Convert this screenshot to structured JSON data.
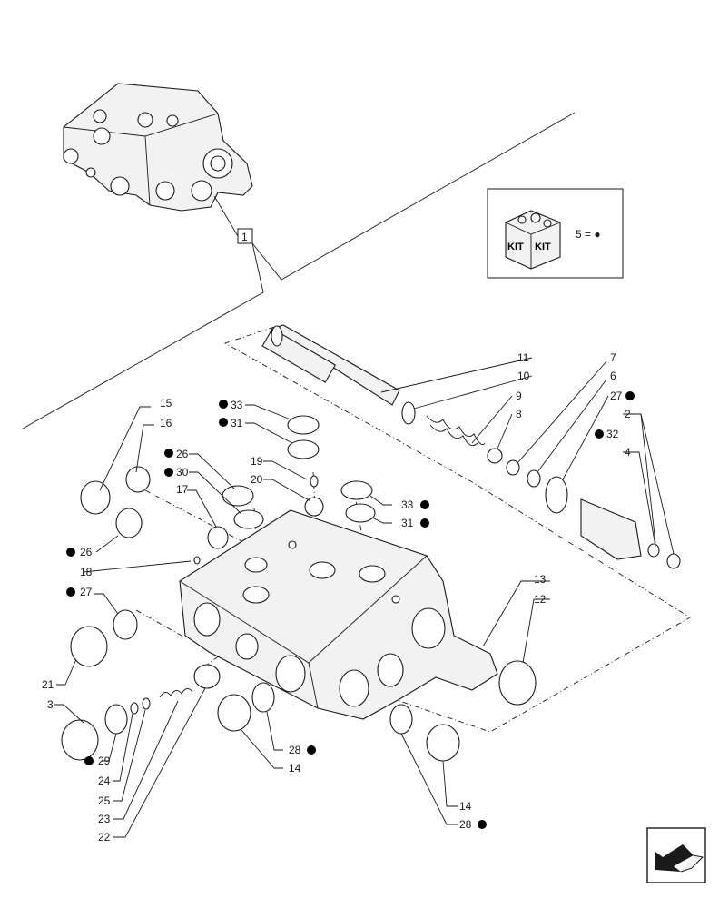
{
  "header_callout": "1",
  "kit_box": {
    "label_left": "KIT",
    "label_right": "KIT",
    "legend": "5 = ●"
  },
  "callouts": {
    "c2": "2",
    "c3": "3",
    "c4": "4",
    "c6": "6",
    "c7": "7",
    "c8": "8",
    "c9": "9",
    "c10": "10",
    "c11": "11",
    "c12": "12",
    "c13": "13",
    "c14a": "14",
    "c14b": "14",
    "c15": "15",
    "c16": "16",
    "c17": "17",
    "c18": "18",
    "c19": "19",
    "c20": "20",
    "c21": "21",
    "c22": "22",
    "c23": "23",
    "c24": "24",
    "c25": "25",
    "c26a": "26",
    "c26b": "26",
    "c27a": "27",
    "c27b": "27",
    "c28a": "28",
    "c28b": "28",
    "c29": "29",
    "c30": "30",
    "c31a": "31",
    "c31b": "31",
    "c32": "32",
    "c33a": "33",
    "c33b": "33"
  },
  "icons": {
    "nav": "next-page-arrow-icon",
    "kit": "kit-box-icon"
  }
}
